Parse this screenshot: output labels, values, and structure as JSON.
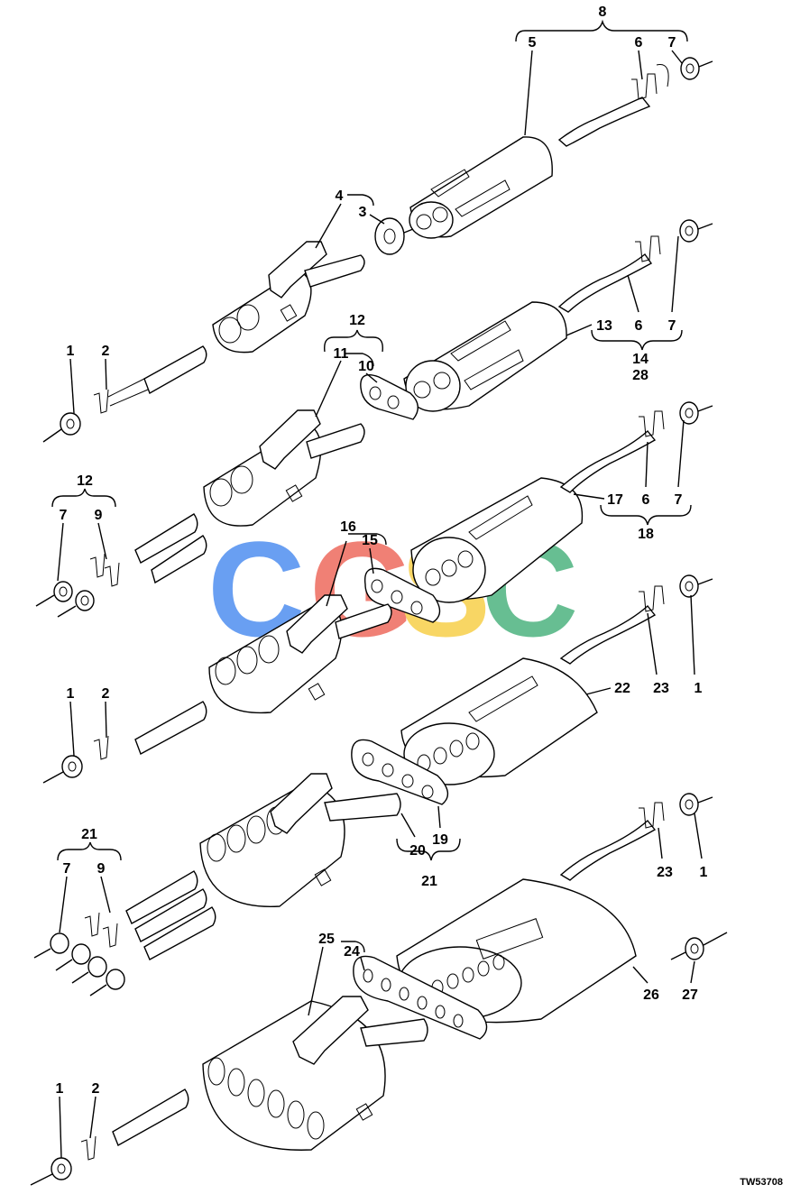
{
  "figure_id": "TW53708",
  "watermark": {
    "letters": [
      "C",
      "G",
      "S",
      "C"
    ],
    "colors": [
      "#4f8ff0",
      "#ee6a5e",
      "#f7cf4a",
      "#4db37f"
    ]
  },
  "labels": {
    "l8": "8",
    "l5": "5",
    "l6a": "6",
    "l7a": "7",
    "l4": "4",
    "l3": "3",
    "l12a": "12",
    "l11": "11",
    "l10": "10",
    "l13": "13",
    "l6b": "6",
    "l7b": "7",
    "l14": "14",
    "l28": "28",
    "l1a": "1",
    "l2a": "2",
    "l12b": "12",
    "l7c": "7",
    "l9a": "9",
    "l16": "16",
    "l15": "15",
    "l17": "17",
    "l6c": "6",
    "l7d": "7",
    "l18": "18",
    "l22": "22",
    "l23a": "23",
    "l1b": "1",
    "l1c": "1",
    "l2b": "2",
    "l20": "20",
    "l19": "19",
    "l21a": "21",
    "l21b": "21",
    "l7e": "7",
    "l9b": "9",
    "l23b": "23",
    "l1d": "1",
    "l25": "25",
    "l24": "24",
    "l26": "26",
    "l27": "27",
    "l1e": "1",
    "l2c": "2"
  }
}
